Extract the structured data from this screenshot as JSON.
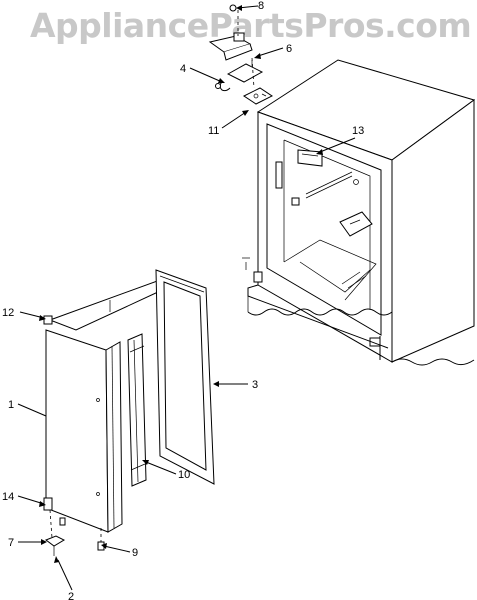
{
  "watermark": "AppliancePartsPros.com",
  "callouts": {
    "c1": "1",
    "c2": "2",
    "c3": "3",
    "c4": "4",
    "c6": "6",
    "c7": "7",
    "c8": "8",
    "c9": "9",
    "c10": "10",
    "c11": "11",
    "c12": "12",
    "c13": "13",
    "c14": "14"
  }
}
